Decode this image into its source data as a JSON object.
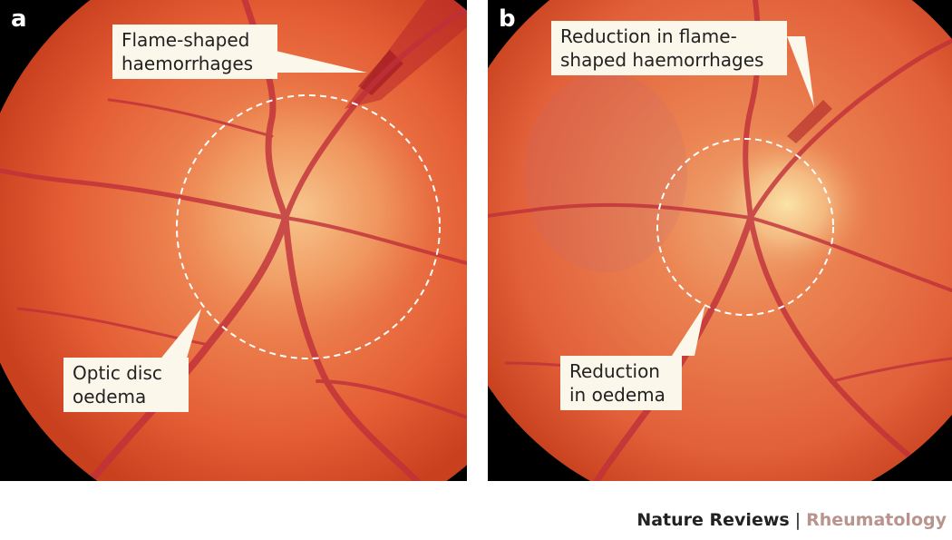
{
  "panels": [
    {
      "letter": "a",
      "callouts": {
        "top": [
          "Flame-shaped",
          "haemorrhages"
        ],
        "bottom": [
          "Optic disc",
          "oedema"
        ]
      }
    },
    {
      "letter": "b",
      "callouts": {
        "top": [
          "Reduction in flame-",
          "shaped haemorrhages"
        ],
        "bottom": [
          "Reduction",
          "in oedema"
        ]
      }
    }
  ],
  "footer": {
    "journal": "Nature Reviews",
    "separator": "|",
    "subject": "Rheumatology"
  },
  "colors": {
    "callout_bg": "#fbf7ea",
    "subject_text": "#b9948c",
    "fundus_base": "#e8643a"
  }
}
